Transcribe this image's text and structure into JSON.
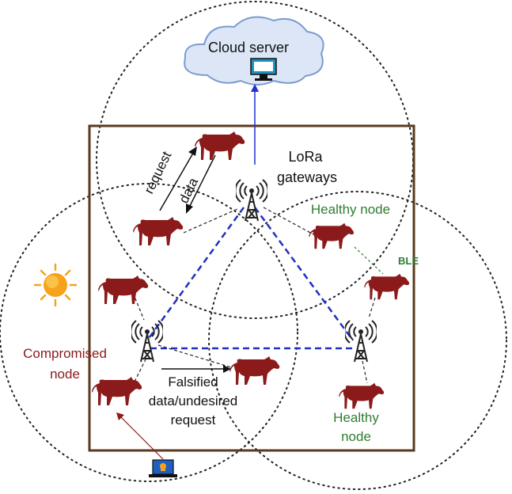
{
  "labels": {
    "cloud": "Cloud server",
    "lora_line1": "LoRa",
    "lora_line2": "gateways",
    "healthy_top": "Healthy node",
    "ble": "BLE",
    "request": "request",
    "data": "data",
    "compromised_line1": "Compromised",
    "compromised_line2": "node",
    "falsified_line1": "Falsified",
    "falsified_line2": "data/undesired",
    "falsified_line3": "request",
    "healthy_bottom_line1": "Healthy",
    "healthy_bottom_line2": "node"
  },
  "colors": {
    "cow": "#8b1a1a",
    "farm_border": "#5a3a1e",
    "blue_link": "#1f2fbf",
    "uplink": "#1f2fd0",
    "healthy_text": "#2e7d32",
    "compromised_text": "#8b1a1a",
    "cloud_fill": "#dce6f7",
    "cloud_stroke": "#7a9ccf",
    "sun": "#f7a21b",
    "attacker": "#1f5fbf"
  },
  "icons": [
    "cloud-icon",
    "monitor-icon",
    "antenna-icon",
    "cow-icon",
    "sun-icon",
    "hacker-laptop-icon"
  ]
}
